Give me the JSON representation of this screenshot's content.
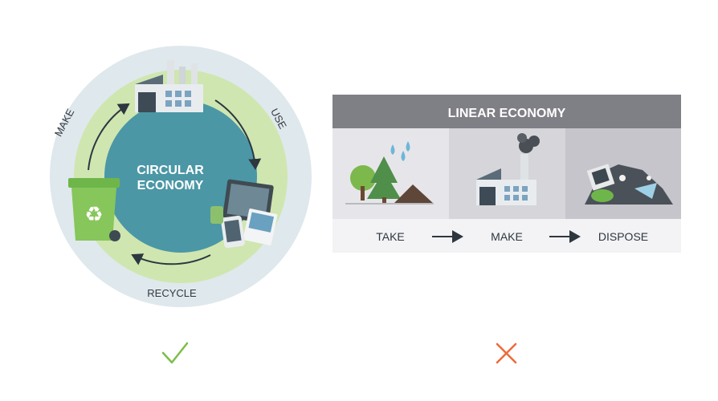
{
  "circular": {
    "center_title_line1": "CIRCULAR",
    "center_title_line2": "ECONOMY",
    "stage_make": "MAKE",
    "stage_use": "USE",
    "stage_recycle": "RECYCLE"
  },
  "linear": {
    "title": "LINEAR ECONOMY",
    "steps": [
      "TAKE",
      "MAKE",
      "DISPOSE"
    ]
  },
  "verdict": {
    "check_icon": "check-icon",
    "cross_icon": "cross-icon"
  },
  "colors": {
    "outer_ring": "#dfe8ec",
    "inner_ring": "#cfe6b0",
    "center": "#4b97a6",
    "linear_header": "#7f7f86",
    "linear_panel_1": "#e6e6ea",
    "linear_panel_2": "#d5d5da",
    "linear_panel_3": "#c5c5cb",
    "check": "#7bbf4a",
    "cross": "#ef6a3a"
  }
}
